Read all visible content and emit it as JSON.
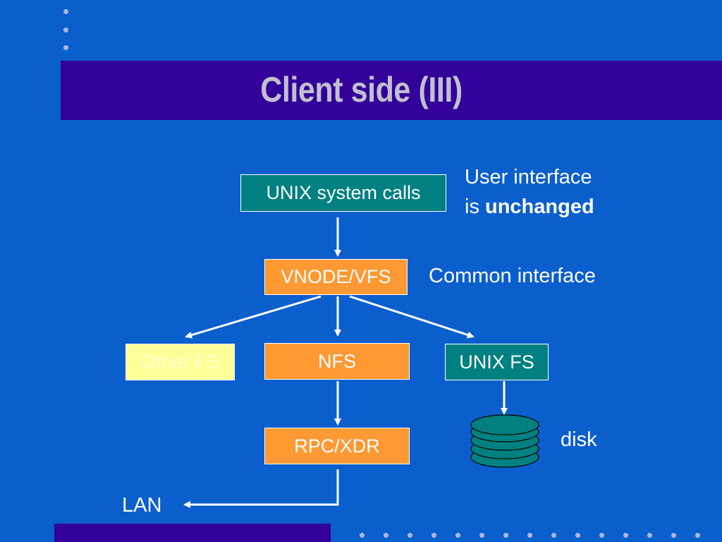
{
  "slide": {
    "title": "Client side (III)"
  },
  "diagram": {
    "boxes": {
      "unix_system_calls": "UNIX system calls",
      "vnode_vfs": "VNODE/VFS",
      "other_fs": "Other FS",
      "nfs": "NFS",
      "unix_fs": "UNIX FS",
      "rpc_xdr": "RPC/XDR"
    },
    "notes": {
      "user_interface_line1": "User interface",
      "user_interface_line2_prefix": "is ",
      "user_interface_line2_bold": "unchanged",
      "common_interface": "Common interface",
      "disk": "disk",
      "lan": "LAN"
    }
  },
  "colors": {
    "background": "#0A5FCC",
    "title_band": "#330099",
    "title_text": "#C0C0D0",
    "teal_box": "#008080",
    "orange_box": "#FF9933",
    "pale_box": "#FFFF99"
  }
}
